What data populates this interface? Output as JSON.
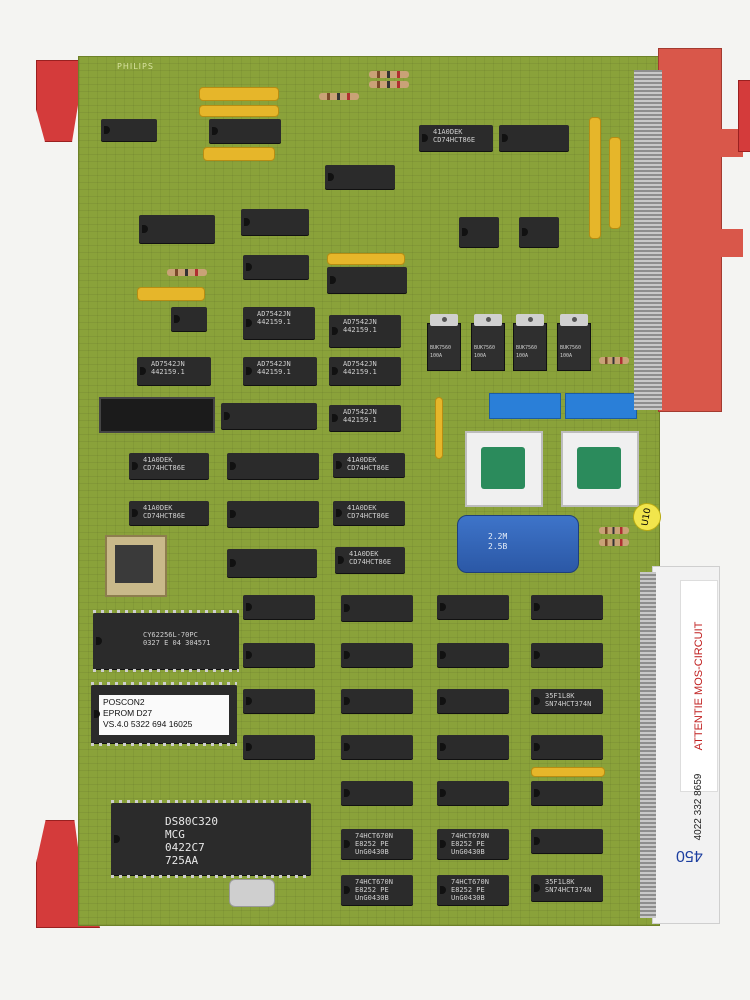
{
  "board": {
    "brand": "PHILIPS",
    "label": "U10"
  },
  "chips": {
    "eprom_label_line1": "POSCON2",
    "eprom_label_line2": "EPROM D27",
    "eprom_label_line3": "VS.4.0 5322 694 16025",
    "cpu_line1": "DS80C320",
    "cpu_line2": "MCG",
    "cpu_line3": "0422C7",
    "cpu_line4": "725AA",
    "ram_text": "CY62256L-70PC\n0327 E 04 304571",
    "ad_text": "AD7542JN\n442159.1",
    "hct_text": "74HCT670N\nE8252 PE\nUnG0430B",
    "hct374_text": "35F1L8K\nSN74HCT374N",
    "generic_text": "41A0DEK\nCD74HCT86E",
    "reg_text": "BUK7560\n100A"
  },
  "right_label": {
    "warning": "ATTENTIE MOS-CIRCUIT",
    "part_number": "4022 332 8659",
    "handwritten": "450"
  },
  "blue_cap": {
    "text": "2.2M\n2.5B"
  },
  "colors": {
    "pcb": "#8aa23a",
    "ejector": "#d43b3b",
    "connector": "#d9574a"
  }
}
